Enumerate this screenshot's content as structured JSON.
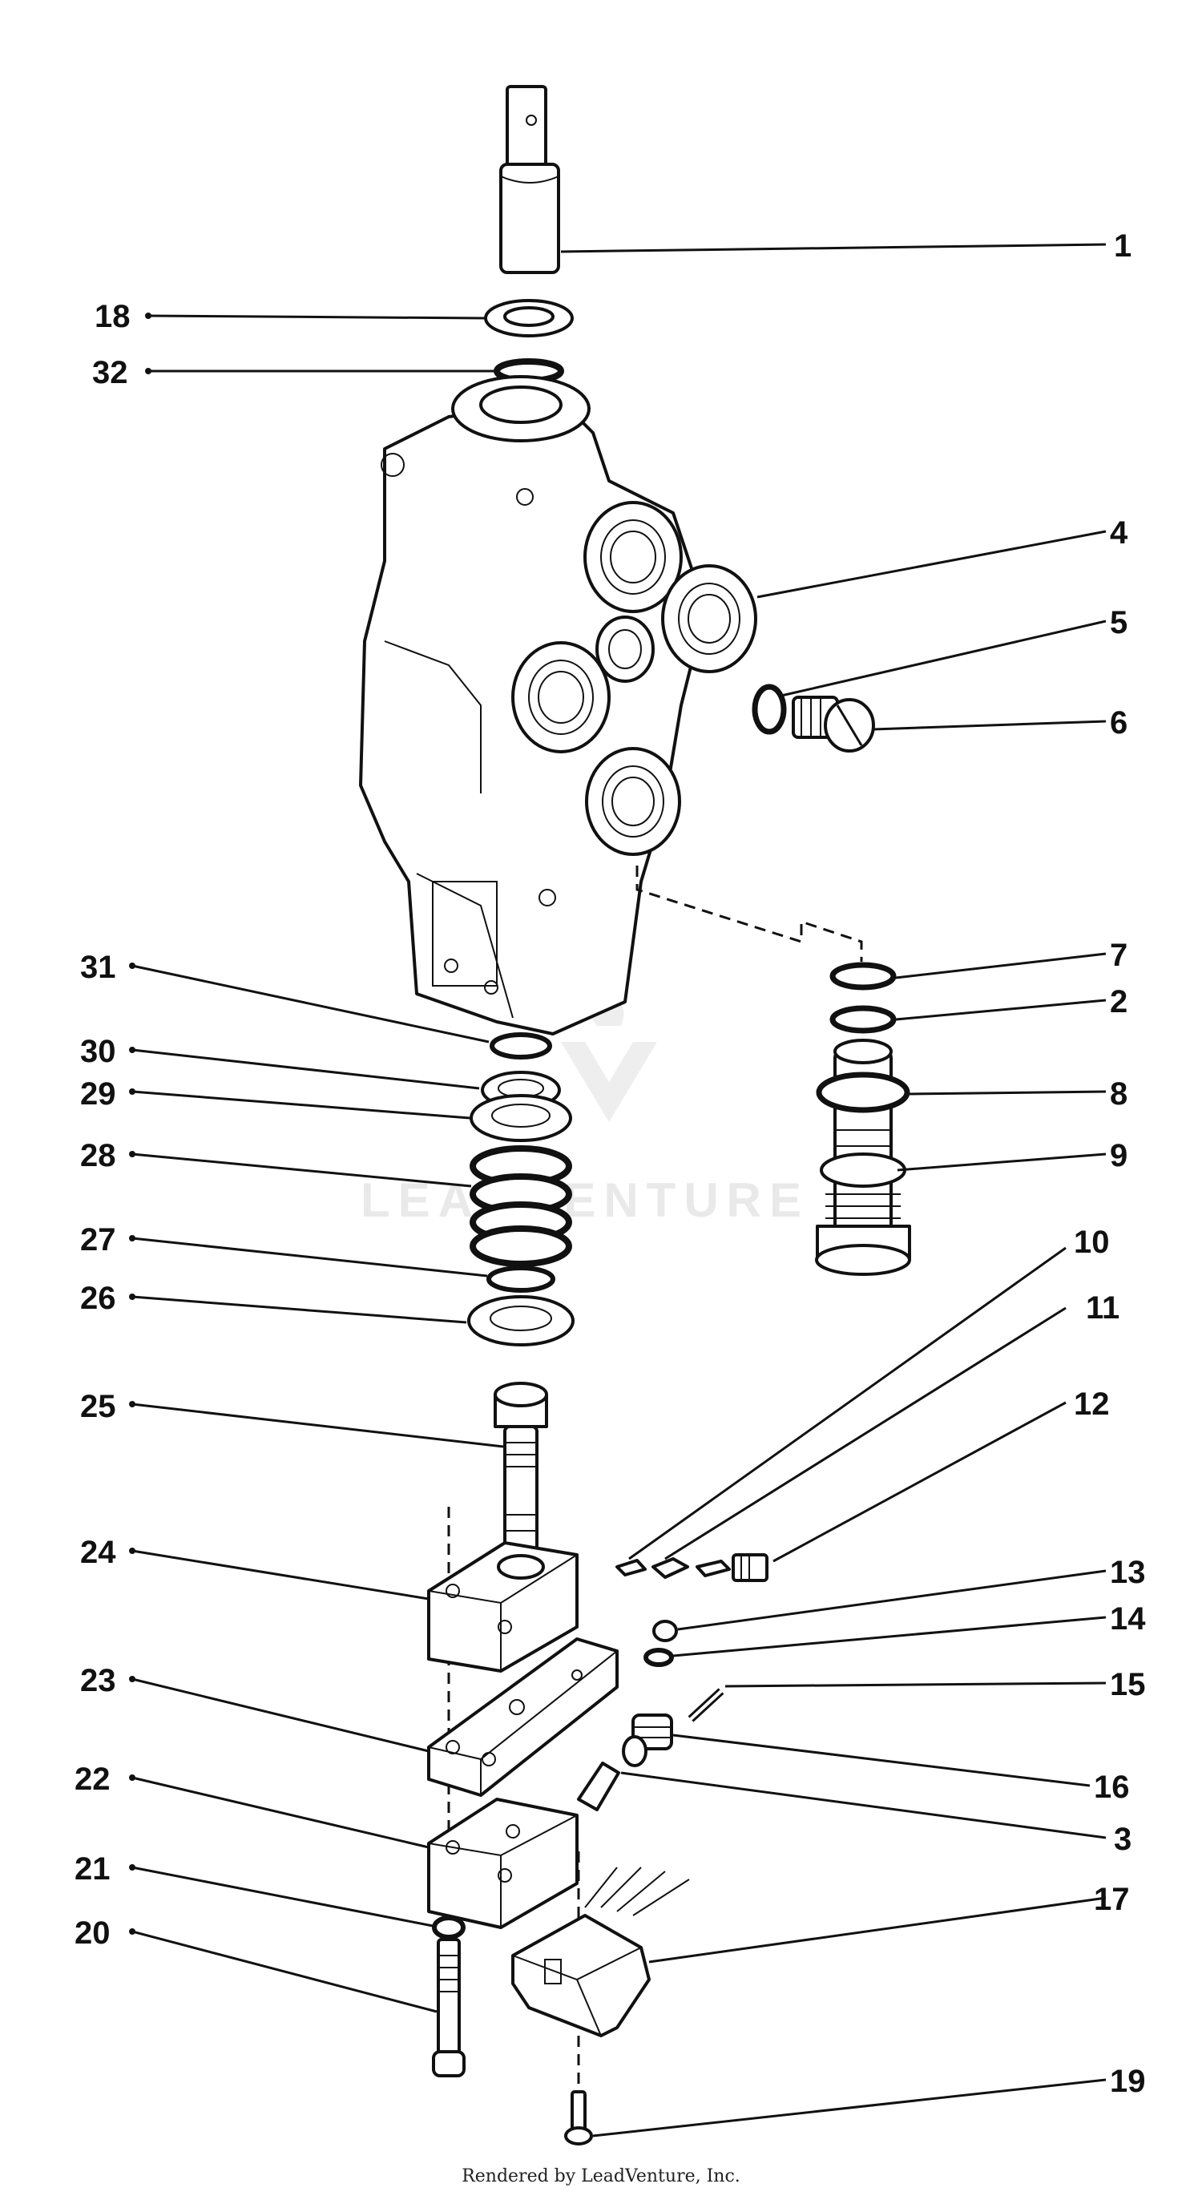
{
  "watermark": "LEADVENTURE",
  "credit": "Rendered by LeadVenture, Inc.",
  "callouts": [
    "1",
    "18",
    "32",
    "4",
    "5",
    "6",
    "31",
    "7",
    "2",
    "30",
    "29",
    "8",
    "28",
    "9",
    "27",
    "26",
    "10",
    "11",
    "25",
    "12",
    "24",
    "13",
    "14",
    "23",
    "15",
    "22",
    "16",
    "3",
    "21",
    "17",
    "20",
    "19"
  ]
}
